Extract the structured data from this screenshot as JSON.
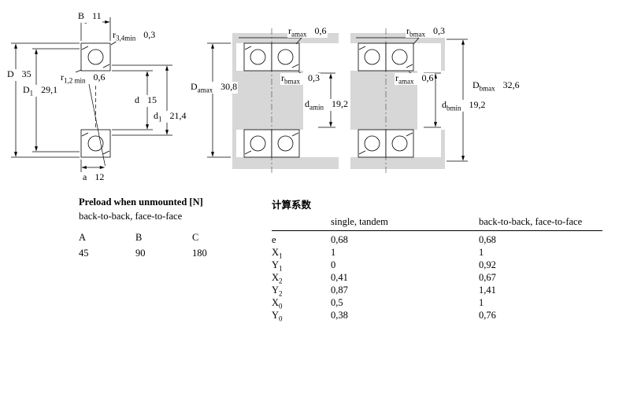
{
  "colors": {
    "drawing_fill": "#d7d7d7",
    "line": "#000000"
  },
  "drawing": {
    "left": {
      "labels": [
        {
          "prefix": "B",
          "sub": "",
          "value": "11"
        },
        {
          "prefix": "r",
          "sub": "3,4min",
          "value": "0,3"
        },
        {
          "prefix": "D",
          "sub": "",
          "value": "35"
        },
        {
          "prefix": "D",
          "sub": "1",
          "value": "29,1"
        },
        {
          "prefix": "r",
          "sub": "1,2 min",
          "value": "0,6"
        },
        {
          "prefix": "d",
          "sub": "",
          "value": "15"
        },
        {
          "prefix": "d",
          "sub": "1",
          "value": "21,4"
        },
        {
          "prefix": "a",
          "sub": "",
          "value": "12"
        }
      ]
    },
    "middle": {
      "labels": [
        {
          "prefix": "r",
          "sub": "amax",
          "value": "0,6"
        },
        {
          "prefix": "D",
          "sub": "amax",
          "value": "30,8"
        },
        {
          "prefix": "r",
          "sub": "bmax",
          "value": "0,3"
        },
        {
          "prefix": "d",
          "sub": "amin",
          "value": "19,2"
        }
      ]
    },
    "right": {
      "labels": [
        {
          "prefix": "r",
          "sub": "bmax",
          "value": "0,3"
        },
        {
          "prefix": "r",
          "sub": "amax",
          "value": "0,6"
        },
        {
          "prefix": "D",
          "sub": "bmax",
          "value": "32,6"
        },
        {
          "prefix": "d",
          "sub": "bmin",
          "value": "19,2"
        }
      ]
    }
  },
  "preload_table": {
    "title": "Preload when unmounted [N]",
    "subtitle": "back-to-back, face-to-face",
    "columns": [
      "A",
      "B",
      "C"
    ],
    "values": [
      "45",
      "90",
      "180"
    ]
  },
  "factors_table": {
    "title": "计算系数",
    "col1_header": "single, tandem",
    "col2_header": "back-to-back, face-to-face",
    "rows": [
      {
        "label": "e",
        "sub": "",
        "v1": "0,68",
        "v2": "0,68"
      },
      {
        "label": "X",
        "sub": "1",
        "v1": "1",
        "v2": "1"
      },
      {
        "label": "Y",
        "sub": "1",
        "v1": "0",
        "v2": "0,92"
      },
      {
        "label": "X",
        "sub": "2",
        "v1": "0,41",
        "v2": "0,67"
      },
      {
        "label": "Y",
        "sub": "2",
        "v1": "0,87",
        "v2": "1,41"
      },
      {
        "label": "X",
        "sub": "0",
        "v1": "0,5",
        "v2": "1"
      },
      {
        "label": "Y",
        "sub": "0",
        "v1": "0,38",
        "v2": "0,76"
      }
    ]
  }
}
